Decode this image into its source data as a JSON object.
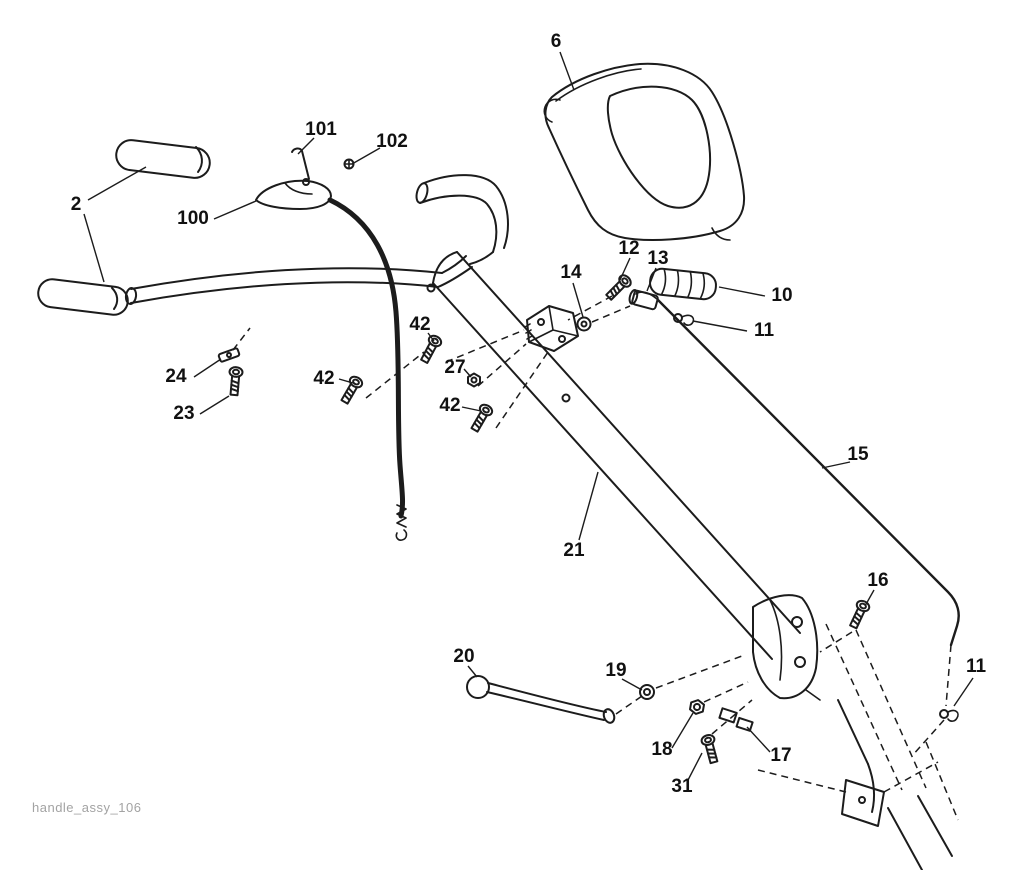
{
  "diagram": {
    "footer_label": "handle_assy_106",
    "colors": {
      "line": "#1c1c1c",
      "label_text": "#111111",
      "footer_text": "#a3a3a3",
      "background": "#ffffff"
    },
    "callouts": {
      "part6": "6",
      "part101": "101",
      "part102": "102",
      "part2": "2",
      "part100": "100",
      "part12": "12",
      "part13": "13",
      "part14": "14",
      "part10": "10",
      "part11a": "11",
      "part42a": "42",
      "part24": "24",
      "part42b": "42",
      "part27": "27",
      "part23": "23",
      "part42c": "42",
      "part15": "15",
      "part21": "21",
      "part16": "16",
      "part20": "20",
      "part19": "19",
      "part11b": "11",
      "part18": "18",
      "part17": "17",
      "part31": "31"
    }
  }
}
